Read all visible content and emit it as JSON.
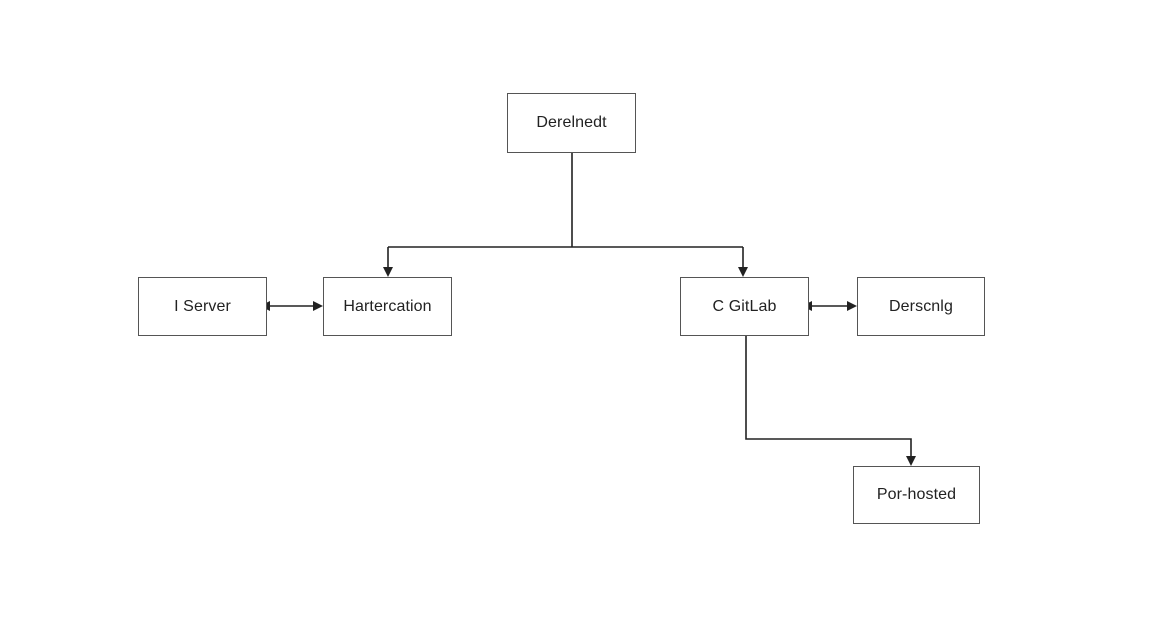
{
  "nodes": {
    "developer": "Derelnedt",
    "server": "I Server",
    "authentication": "Hartercation",
    "gitlab": "C GitLab",
    "descaling": "Derscnlg",
    "selfhosted": "Por-hosted"
  },
  "colors": {
    "line": "#222222",
    "border": "#555555",
    "text": "#222222",
    "background": "#ffffff"
  }
}
